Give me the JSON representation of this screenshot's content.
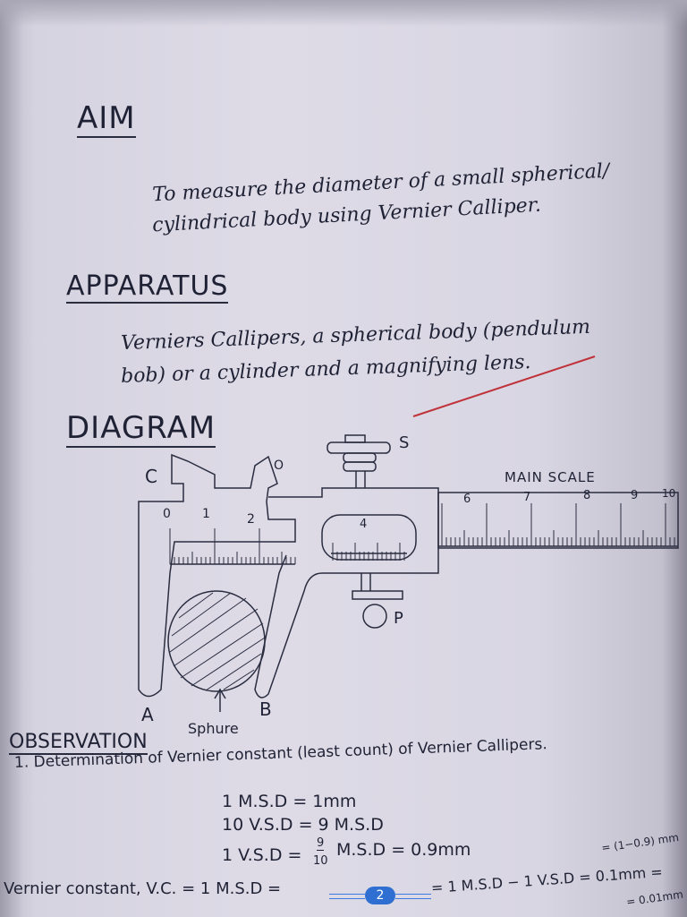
{
  "aim": {
    "heading": "AIM",
    "text_line1": "To measure the diameter of a small spherical/",
    "text_line2": "cylindrical body using Vernier Calliper."
  },
  "apparatus": {
    "heading": "APPARATUS",
    "text_line1": "Verniers Callipers, a spherical body (pendulum",
    "text_line2": "bob) or a cylinder and a magnifying lens."
  },
  "diagram": {
    "heading": "DIAGRAM",
    "labels": {
      "c": "C",
      "o": "O",
      "s": "S",
      "p": "P",
      "a": "A",
      "b": "B",
      "main_scale": "MAIN SCALE",
      "sphere": "Sphure",
      "vernier_4": "4"
    },
    "jaw_scale_ticks": [
      "0",
      "1",
      "2"
    ],
    "main_scale_ticks": [
      "6",
      "7",
      "8",
      "9",
      "10"
    ]
  },
  "observation": {
    "heading": "OBSERVATION",
    "item1": "1. Determination of Vernier constant (least count) of Vernier Callipers.",
    "eq1": "1 M.S.D = 1mm",
    "eq2": "10 V.S.D = 9 M.S.D",
    "eq3_left": "1 V.S.D =",
    "eq3_num": "9",
    "eq3_den": "10",
    "eq3_right": "M.S.D = 0.9mm",
    "vc_left": "Vernier constant, V.C. = 1 M.S.D =",
    "vc_right": "= 1 M.S.D − 1 V.S.D = 0.1mm =",
    "vc_note1": "= (1−0.9) mm",
    "vc_note2": "= 0.01mm"
  },
  "page_number": "2",
  "colors": {
    "ink": "#1f2235",
    "red_pen": "#c0323a",
    "page_badge": "#2f6fd1"
  }
}
